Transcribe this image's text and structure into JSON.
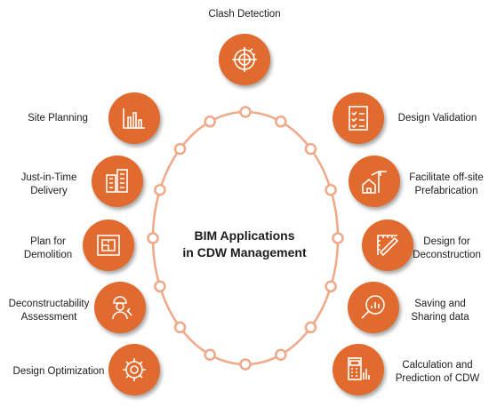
{
  "center": {
    "line1": "BIM Applications",
    "line2": "in CDW Management"
  },
  "top_item": {
    "label": "Clash Detection",
    "icon": "radar-target-icon"
  },
  "left_items": [
    {
      "label": "Site Planning",
      "icon": "bar-chart-icon"
    },
    {
      "label": "Just-in-Time\nDelivery",
      "icon": "buildings-icon"
    },
    {
      "label": "Plan for\nDemolition",
      "icon": "blueprint-icon"
    },
    {
      "label": "Deconstructability\nAssessment",
      "icon": "worker-tools-icon"
    },
    {
      "label": "Design Optimization",
      "icon": "gear-chart-icon"
    }
  ],
  "right_items": [
    {
      "label": "Design Validation",
      "icon": "checklist-icon"
    },
    {
      "label": "Facilitate off-site\nPrefabrication",
      "icon": "crane-house-icon"
    },
    {
      "label": "Design for\nDeconstruction",
      "icon": "ruler-pencil-icon"
    },
    {
      "label": "Saving and\nSharing data",
      "icon": "magnifier-chart-icon"
    },
    {
      "label": "Calculation and\nPrediction of CDW",
      "icon": "calculator-icon"
    }
  ],
  "colors": {
    "node_fill": "#e16a2e",
    "ring": "#f0a988",
    "icon_stroke": "#ffffff",
    "text": "#1c1c1c"
  }
}
